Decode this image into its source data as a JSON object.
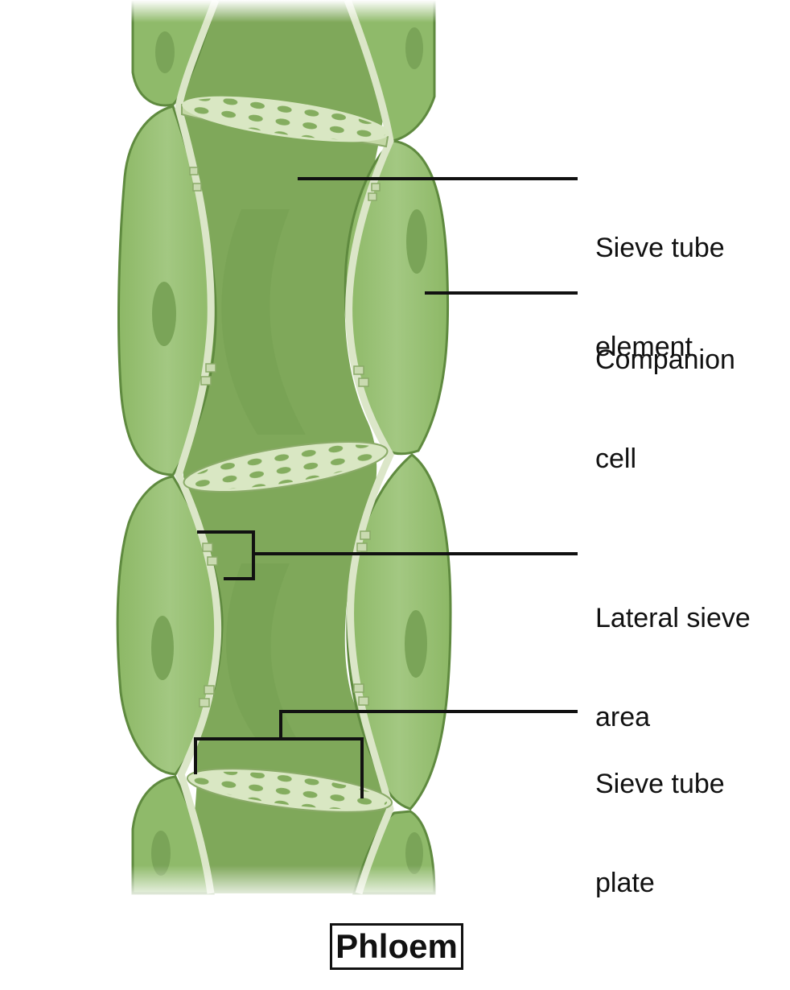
{
  "labels": {
    "sieve_tube_element": {
      "line1": "Sieve tube",
      "line2": "element"
    },
    "companion_cell": {
      "line1": "Companion",
      "line2": "cell"
    },
    "lateral_sieve_area": {
      "line1": "Lateral sieve",
      "line2": "area"
    },
    "sieve_tube_plate": {
      "line1": "Sieve tube",
      "line2": "plate"
    }
  },
  "title": "Phloem",
  "colors": {
    "tube_fill": "#7fa85a",
    "tube_shade": "#6f9a4d",
    "cell_fill": "#95bd72",
    "cell_light": "#a9cd88",
    "cell_edge": "#5f8a3f",
    "nucleus": "#7aa458",
    "wall": "#dbe6c8",
    "leader": "#111111"
  }
}
